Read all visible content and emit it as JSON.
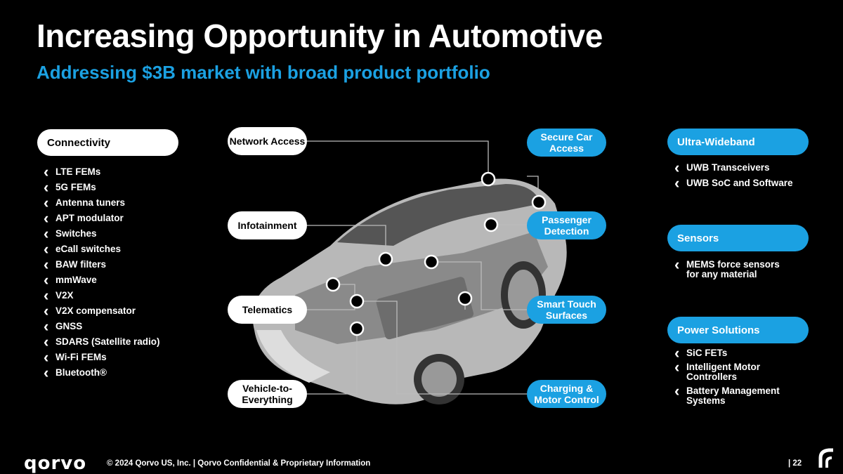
{
  "title": "Increasing Opportunity in Automotive",
  "subtitle": "Addressing $3B market with broad product portfolio",
  "connectivity": {
    "header": "Connectivity",
    "items": [
      "LTE FEMs",
      "5G FEMs",
      "Antenna tuners",
      "APT modulator",
      "Switches",
      "eCall switches",
      "BAW filters",
      "mmWave",
      "V2X",
      "V2X compensator",
      "GNSS",
      "SDARS (Satellite radio)",
      "Wi-Fi FEMs",
      "Bluetooth®"
    ]
  },
  "callouts_left": [
    "Network Access",
    "Infotainment",
    "Telematics",
    "Vehicle-to- Everything"
  ],
  "callouts_right": [
    "Secure Car Access",
    "Passenger Detection",
    "Smart Touch Surfaces",
    "Charging & Motor Control"
  ],
  "uwb": {
    "header": "Ultra-Wideband",
    "items": [
      "UWB Transceivers",
      "UWB SoC and Software"
    ]
  },
  "sensors": {
    "header": "Sensors",
    "items": [
      "MEMS force sensors for any material"
    ]
  },
  "power": {
    "header": "Power Solutions",
    "items": [
      "SiC FETs",
      "Intelligent Motor Controllers",
      "Battery Management Systems"
    ]
  },
  "footer": {
    "logo": "qorvo",
    "text": "© 2024 Qorvo US, Inc. | Qorvo Confidential & Proprietary Information",
    "page": "| 22"
  },
  "colors": {
    "accent": "#1ba1e2",
    "background": "#000000"
  }
}
